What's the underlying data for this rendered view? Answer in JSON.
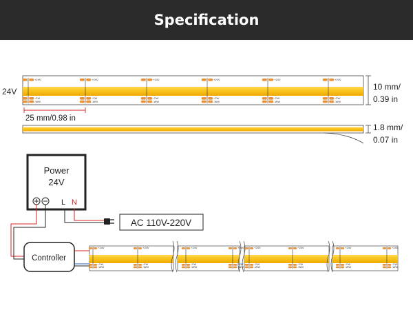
{
  "header": {
    "title": "Specification"
  },
  "strip": {
    "voltage_label": "24V",
    "pad_top_label": "+24V",
    "pad_cw_label": "-CW",
    "pad_ww_label": "-WW",
    "width_line1": "10 mm/",
    "width_line2": "0.39 in",
    "cut_length": "25 mm/0.98 in",
    "thickness_line1": "1.8 mm/",
    "thickness_line2": "0.07 in"
  },
  "wiring": {
    "power_line1": "Power",
    "power_line2": "24V",
    "terminal_pos": "⊕",
    "terminal_neg": "⊖",
    "terminal_l": "L",
    "terminal_n": "N",
    "ac_label": "AC 110V-220V",
    "controller_label": "Controller"
  },
  "colors": {
    "header_bg": "#2b2b2b",
    "strip_yellow": "#f5c518",
    "pad_orange": "#e8923a",
    "wire_red": "#d42020",
    "wire_blue": "#2a5fb8"
  }
}
